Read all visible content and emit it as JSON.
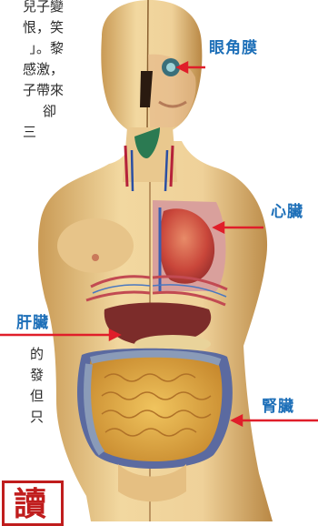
{
  "body_text": {
    "left_top_lines": [
      "兒子變",
      "恨，笑",
      "」。黎",
      "感激，",
      "子帶來",
      "卻",
      "三"
    ],
    "left_bottom_lines": [
      "的",
      "發",
      "但",
      "只"
    ]
  },
  "labels": {
    "cornea": "眼角膜",
    "heart": "心臟",
    "liver": "肝臟",
    "kidney": "腎臟"
  },
  "badge": {
    "glyph": "讀"
  },
  "colors": {
    "label_blue": "#1d6fb8",
    "arrow_red": "#e01e2a",
    "badge_red": "#c01d1d"
  }
}
